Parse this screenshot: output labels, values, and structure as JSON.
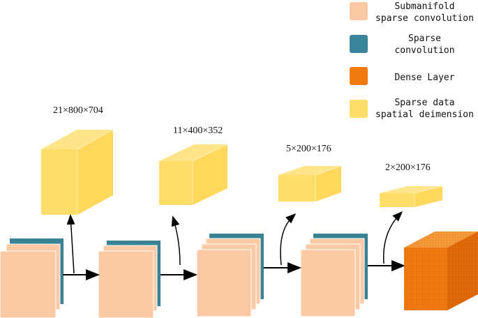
{
  "legend": [
    {
      "label": "Submanifold\nsparse convolution",
      "color": "#FBC9A3"
    },
    {
      "label": "Sparse\nconvolution",
      "color": "#3A8599"
    },
    {
      "label": "Dense Layer",
      "color": "#F07A10"
    },
    {
      "label": "Sparse data\nspatial deimension",
      "color": "#FFDD6A"
    }
  ],
  "dimensions": [
    "21×800×704",
    "11×400×352",
    "5×200×176",
    "2×200×176"
  ],
  "colors": {
    "submanifold": "#FBC9A3",
    "submanifold_edge": "#E6B08A",
    "sparse": "#3A8599",
    "dense_front": "#F07A10",
    "dense_top": "#F5A044",
    "dense_side": "#E06A08",
    "cube_front": "#FFDD6A",
    "cube_top": "#FFE48A",
    "cube_side": "#FFD85C",
    "arrow": "#000000"
  }
}
